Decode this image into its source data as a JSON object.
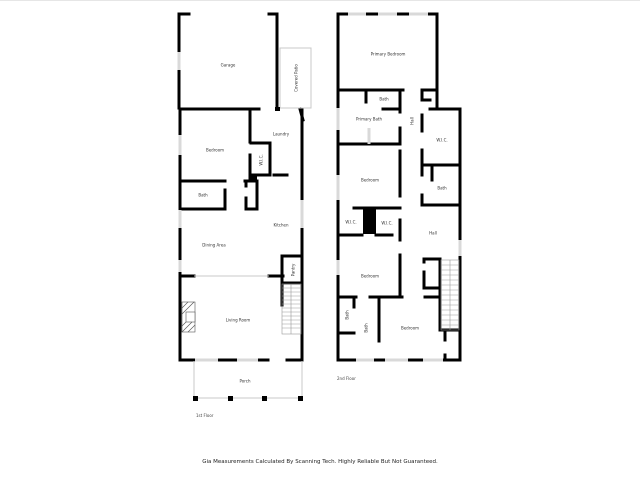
{
  "floors": [
    {
      "id": "first",
      "label": "1st Floor",
      "rooms": [
        {
          "name": "Garage"
        },
        {
          "name": "Covered Patio"
        },
        {
          "name": "Laundry"
        },
        {
          "name": "Bedroom"
        },
        {
          "name": "W.I.C."
        },
        {
          "name": "Bath"
        },
        {
          "name": "Kitchen"
        },
        {
          "name": "Dining Area"
        },
        {
          "name": "Pantry"
        },
        {
          "name": "Living Room"
        },
        {
          "name": "Porch"
        }
      ]
    },
    {
      "id": "second",
      "label": "2nd Floor",
      "rooms": [
        {
          "name": "Primary Bedroom"
        },
        {
          "name": "Bath"
        },
        {
          "name": "Primary Bath"
        },
        {
          "name": "Hall"
        },
        {
          "name": "W.I.C."
        },
        {
          "name": "Bedroom"
        },
        {
          "name": "Bath"
        },
        {
          "name": "W.I.C."
        },
        {
          "name": "W.I.C."
        },
        {
          "name": "Hall"
        },
        {
          "name": "Bedroom"
        },
        {
          "name": "Bath"
        },
        {
          "name": "Bath"
        },
        {
          "name": "Bedroom"
        }
      ]
    }
  ],
  "footer": {
    "disclaimer": "Gia Measurements Calculated By Scanning Tech. Highly Reliable But Not Guaranteed."
  },
  "colors": {
    "wall": "#000000",
    "window": "#d9d9d9",
    "outline": "#bfbfbf"
  }
}
